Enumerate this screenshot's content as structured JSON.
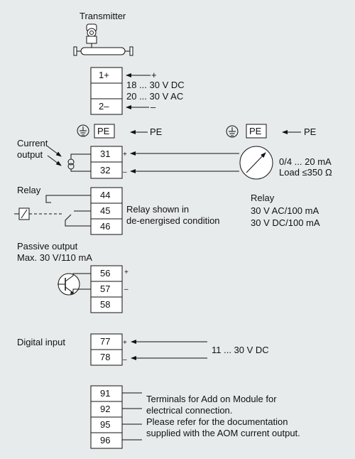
{
  "transmitter": {
    "title": "Transmitter"
  },
  "power": {
    "terminals": [
      "1+",
      "",
      "2–"
    ],
    "plus": "+",
    "dc": "18 ... 30 V DC",
    "ac": "20 ... 30 V AC",
    "minus": "–"
  },
  "pe": {
    "box": "PE",
    "label": "PE"
  },
  "current_output": {
    "label_line1": "Current",
    "label_line2": "output",
    "terminals": [
      "31",
      "32"
    ],
    "plus": "+",
    "minus": "–",
    "meter_range": "0/4 ... 20 mA",
    "meter_load": "Load ≤350 Ω"
  },
  "relay": {
    "label": "Relay",
    "terminals": [
      "44",
      "45",
      "46"
    ],
    "note_line1": "Relay shown in",
    "note_line2": "de-energised condition",
    "spec_title": "Relay",
    "spec_ac": "30 V AC/100 mA",
    "spec_dc": "30 V DC/100 mA"
  },
  "passive_output": {
    "label_line1": "Passive output",
    "label_line2": "Max. 30 V/110 mA",
    "terminals": [
      "56",
      "57",
      "58"
    ],
    "plus": "+",
    "minus": "–"
  },
  "digital_input": {
    "label": "Digital input",
    "terminals": [
      "77",
      "78"
    ],
    "plus": "+",
    "minus": "–",
    "voltage": "11 ... 30 V DC"
  },
  "aom": {
    "terminals": [
      "91",
      "92",
      "95",
      "96"
    ],
    "text_line1": "Terminals for Add on Module for",
    "text_line2": "electrical connection.",
    "text_line3": "Please refer for the documentation",
    "text_line4": "supplied with the AOM current output."
  }
}
